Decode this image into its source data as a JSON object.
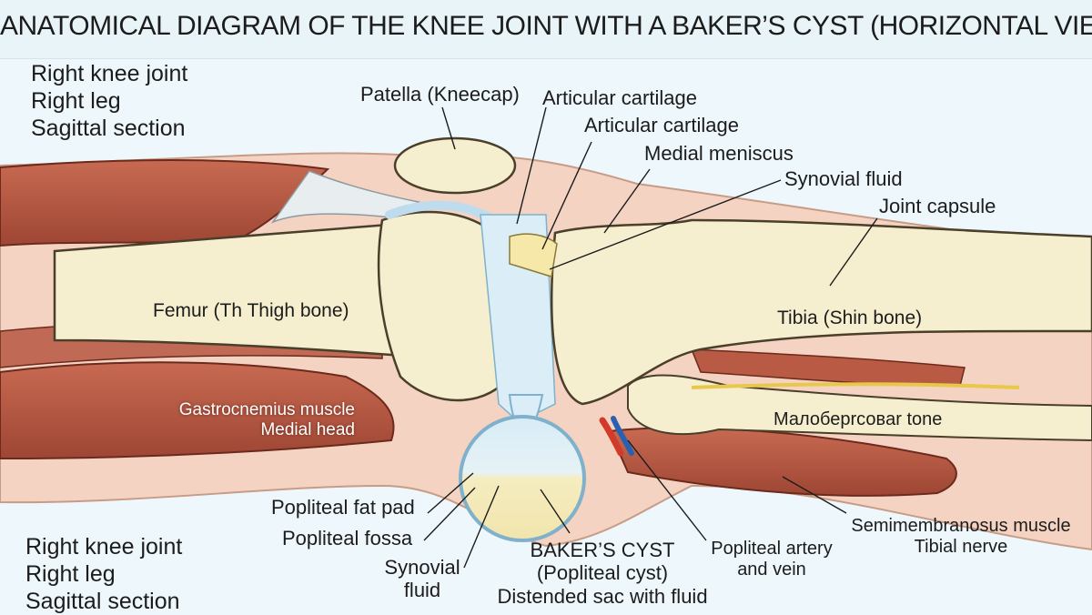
{
  "title": "ANATOMICAL DIAGRAM OF THE KNEE JOINT WITH A BAKER’S CYST (HORIZONTAL VIEW)",
  "top_left": {
    "line1": "Right knee joint",
    "line2": "Right leg",
    "line3": "Sagittal section"
  },
  "bottom_left": {
    "line1": "Right knee joint",
    "line2": "Right leg",
    "line3": "Sagittal section"
  },
  "labels": {
    "patella": "Patella (Kneecap)",
    "articular_cartilage_1": "Articular cartilage",
    "articular_cartilage_2": "Articular cartilage",
    "medial_meniscus": "Medial meniscus",
    "synovial_fluid": "Synovial fluid",
    "joint_capsule": "Joint capsule",
    "femur": "Femur (Th Thigh bone)",
    "tibia": "Tibia (Shin bone)",
    "gastrocnemius_1": "Gastrocnemius muscle",
    "gastrocnemius_2": "Medial head",
    "fibula": "Малоберrсовar tone",
    "popliteal_fat_pad": "Popliteal fat pad",
    "popliteal_fossa": "Popliteal fossa",
    "synovial_1": "Synovial",
    "synovial_2": "fluid",
    "bakers_cyst": "BAKER’S CYST",
    "popliteal_cyst": "(Popliteal cyst)",
    "distended_sac": "Distended sac with fluid",
    "artery_1": "Popliteal artery",
    "artery_2": "and vein",
    "semimembranosus": "Semimembranosus muscle",
    "tibial_nerve": "Tibial nerve"
  },
  "colors": {
    "bone": "#f6efcf",
    "bone_outline": "#4a3f2a",
    "muscle": "#b85a44",
    "cartilage": "#bfdcee",
    "skin": "#f4d3c2",
    "background": "#eef7fb"
  }
}
